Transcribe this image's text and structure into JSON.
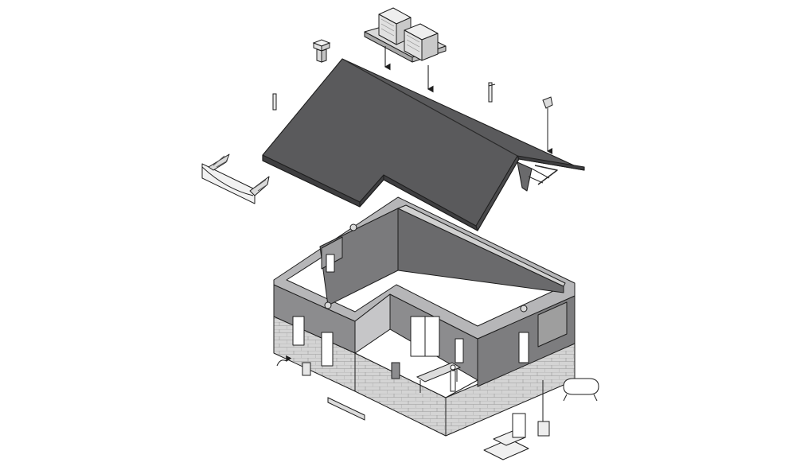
{
  "diagram": {
    "type": "exploded isometric model kit assembly diagram",
    "colors": {
      "background": "#ffffff",
      "roof": "#58585a",
      "roof_edge": "#444446",
      "wall": "#8a8a8c",
      "wall_light": "#c4c4c6",
      "interior": "#6e6e70",
      "foundation": "#d2d2d2",
      "parts": "#e9e9e9",
      "outline": "#1e1e1e"
    },
    "parts": [
      "rooftop-ac-units",
      "chimney",
      "roof",
      "roof-vent-pipe",
      "flag-pole",
      "roof-lamp",
      "awning-bracket-assembly",
      "building-shell",
      "interior-workbench",
      "interior-chair",
      "figure",
      "loose-door",
      "rotation-arrow",
      "drain-trim",
      "propane-tank",
      "entry-stairs",
      "electrical-meter-box"
    ]
  }
}
